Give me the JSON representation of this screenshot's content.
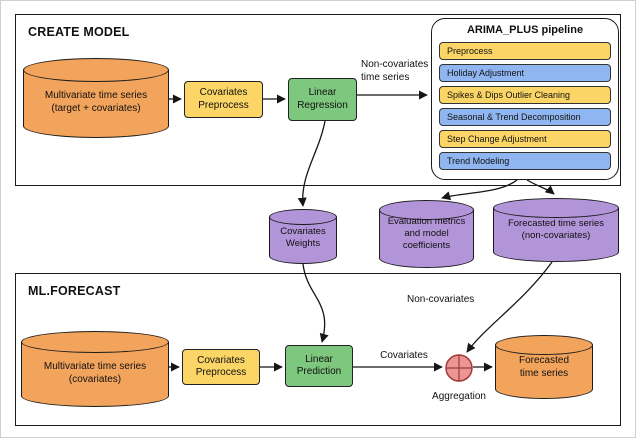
{
  "create_model": {
    "title": "CREATE MODEL",
    "input_cylinder": {
      "line1": "Multivariate time series",
      "line2": "(target + covariates)"
    },
    "covariates_preprocess": {
      "line1": "Covariates",
      "line2": "Preprocess"
    },
    "linear_regression": {
      "line1": "Linear",
      "line2": "Regression"
    },
    "non_covariates_label": {
      "line1": "Non-covariates",
      "line2": "time series"
    },
    "pipeline": {
      "title": "ARIMA_PLUS pipeline",
      "steps": [
        {
          "label": "Preprocess",
          "color": "#FBD565"
        },
        {
          "label": "Holiday Adjustment",
          "color": "#8FB6F0"
        },
        {
          "label": "Spikes & Dips Outlier Cleaning",
          "color": "#FBD565"
        },
        {
          "label": "Seasonal & Trend Decomposition",
          "color": "#8FB6F0"
        },
        {
          "label": "Step Change Adjustment",
          "color": "#FBD565"
        },
        {
          "label": "Trend Modeling",
          "color": "#8FB6F0"
        }
      ]
    }
  },
  "outputs": {
    "covariates_weights": {
      "line1": "Covariates",
      "line2": "Weights"
    },
    "evaluation": {
      "line1": "Evaluation metrics",
      "line2": "and model",
      "line3": "coefficients"
    },
    "forecast_non_covariates": {
      "line1": "Forecasted time series",
      "line2": "(non-covariates)"
    }
  },
  "ml_forecast": {
    "title": "ML.FORECAST",
    "input_cylinder": {
      "line1": "Multivariate time series",
      "line2": "(covariates)"
    },
    "covariates_preprocess": {
      "line1": "Covariates",
      "line2": "Preprocess"
    },
    "linear_prediction": {
      "line1": "Linear",
      "line2": "Prediction"
    },
    "covariates_label": "Covariates",
    "non_covariates_label": "Non-covariates",
    "aggregation_label": "Aggregation",
    "output_cylinder": {
      "line1": "Forecasted",
      "line2": "time series"
    }
  },
  "colors": {
    "orange": "#F2A45C",
    "purple": "#B295D8",
    "yellow": "#FBD565",
    "green": "#7EC77E",
    "blue": "#8FB6F0",
    "aggregation_fill": "#EC9694",
    "aggregation_stroke": "#9E3A38",
    "border": "#1a1a1a"
  }
}
